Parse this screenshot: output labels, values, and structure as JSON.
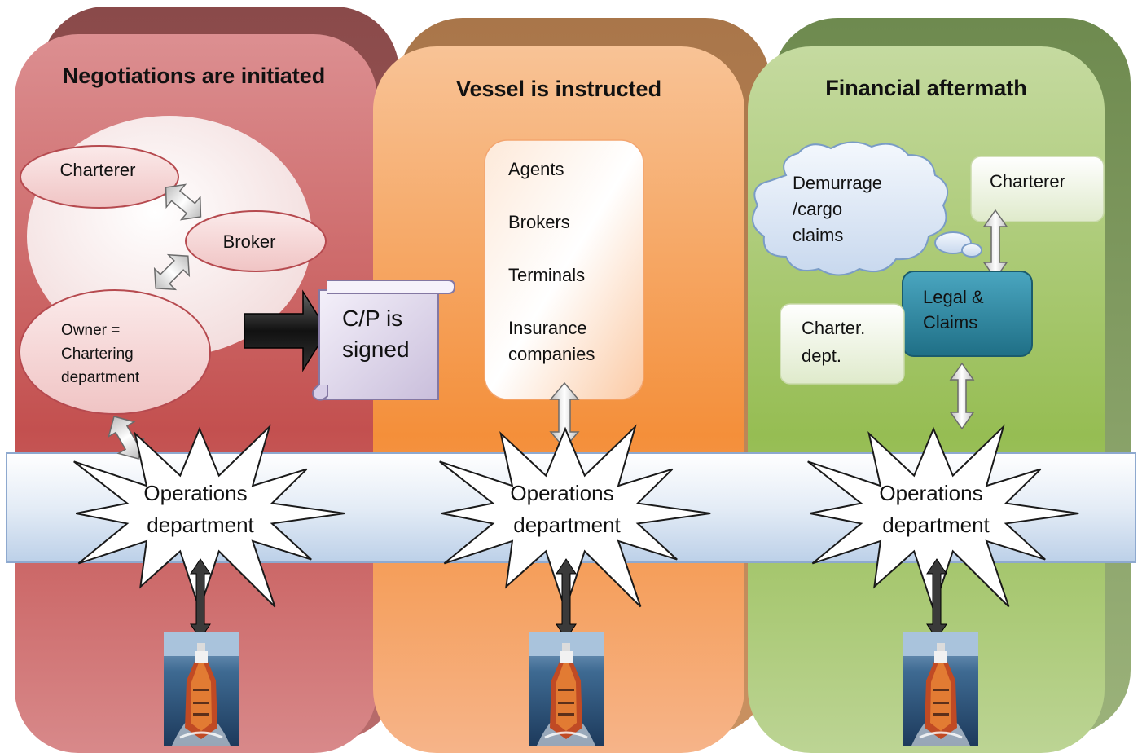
{
  "panels": [
    {
      "title": "Negotiations are initiated"
    },
    {
      "title": "Vessel is instructed"
    },
    {
      "title": "Financial aftermath"
    }
  ],
  "negotiation": {
    "charterer": "Charterer",
    "broker": "Broker",
    "owner_line1": "Owner =",
    "owner_line2": "Chartering",
    "owner_line3": "department"
  },
  "contract": {
    "line1": "C/P is",
    "line2": "signed"
  },
  "parties_list": {
    "agents": "Agents",
    "brokers": "Brokers",
    "terminals": "Terminals",
    "insurance_line1": "Insurance",
    "insurance_line2": "companies"
  },
  "aftermath": {
    "cloud_line1": "Demurrage",
    "cloud_line2": "/cargo",
    "cloud_line3": "claims",
    "charterer": "Charterer",
    "legal_line1": "Legal &",
    "legal_line2": "Claims",
    "charter_dept_line1": "Charter.",
    "charter_dept_line2": "dept."
  },
  "operations": [
    {
      "line1": "Operations",
      "line2": "department"
    },
    {
      "line1": "Operations",
      "line2": "department"
    },
    {
      "line1": "Operations",
      "line2": "department"
    }
  ],
  "icons": {
    "vessel": "ship-photo-icon",
    "scroll": "scroll-icon",
    "cloud": "thought-cloud-icon"
  },
  "colors": {
    "panel_red": "#c95a5e",
    "panel_orange": "#f6a769",
    "panel_green": "#a5c868",
    "timeline": "#dce6f2",
    "legal_box": "#2f8aa3"
  }
}
